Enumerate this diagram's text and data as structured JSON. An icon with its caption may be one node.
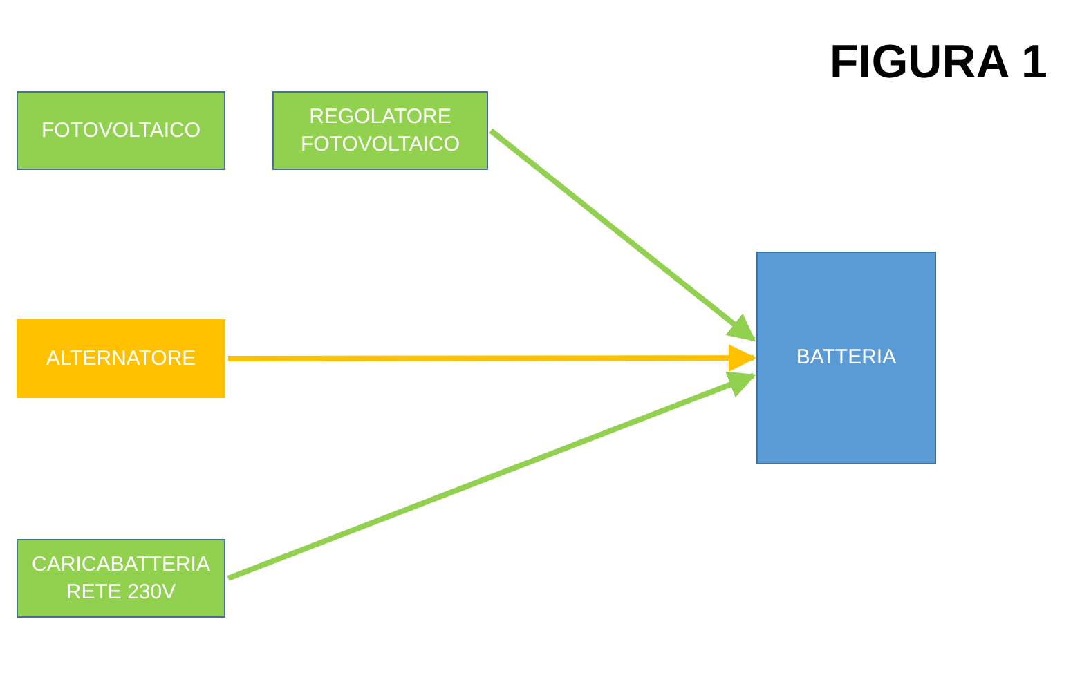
{
  "diagram": {
    "title": "FIGURA 1",
    "nodes": [
      {
        "text": [
          "FOTOVOLTAICO"
        ]
      },
      {
        "text": [
          "REGOLATORE FOTOVOLTAICO"
        ]
      },
      {
        "text": [
          "ALTERNATORE"
        ]
      },
      {
        "text": [
          "CARICABATTERIA RETE 230V"
        ]
      },
      {
        "text": [
          "BATTERIA"
        ]
      }
    ],
    "edges": [
      {
        "from": 1,
        "to": 4,
        "arrow": "to"
      },
      {
        "from": 2,
        "to": 4,
        "arrow": "to",
        "color": "#ffc000"
      },
      {
        "from": 3,
        "to": 4,
        "arrow": "to"
      }
    ]
  }
}
